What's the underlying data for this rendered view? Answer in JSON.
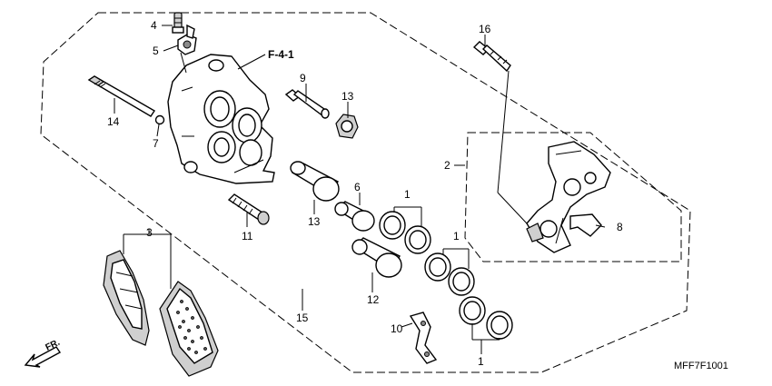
{
  "diagram": {
    "reference_link": "F-4-1",
    "drawing_code": "MFF7F1001",
    "direction_label": "FR.",
    "callouts": [
      "1",
      "1",
      "1",
      "2",
      "3",
      "4",
      "5",
      "6",
      "7",
      "8",
      "9",
      "10",
      "11",
      "12",
      "13",
      "13",
      "14",
      "15",
      "16"
    ]
  }
}
